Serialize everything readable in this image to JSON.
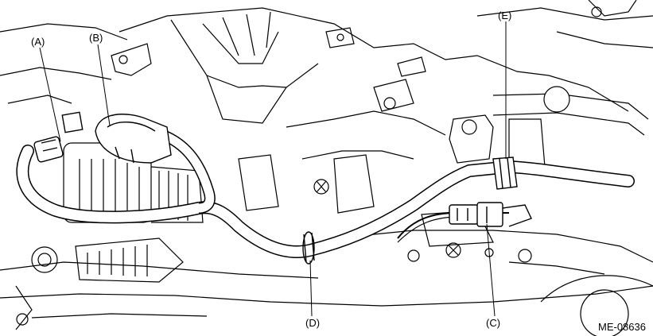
{
  "figure": {
    "figure_id": "ME-08636",
    "callouts": [
      {
        "key": "a",
        "text": "(A)"
      },
      {
        "key": "b",
        "text": "(B)"
      },
      {
        "key": "c",
        "text": "(C)"
      },
      {
        "key": "d",
        "text": "(D)"
      },
      {
        "key": "e",
        "text": "(E)"
      }
    ]
  }
}
